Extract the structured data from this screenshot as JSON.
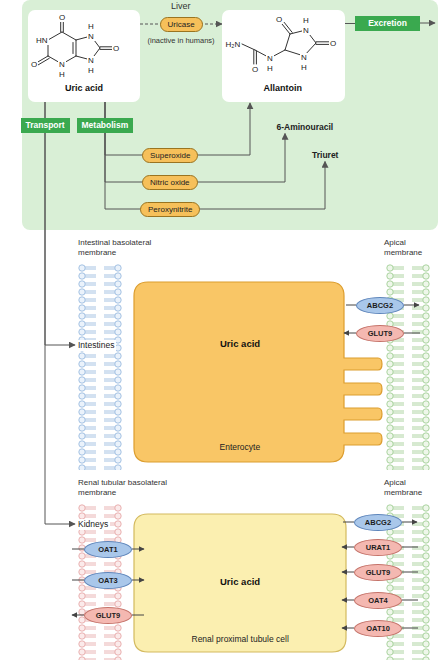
{
  "diagram": {
    "nodes": [
      {
        "text": [
          "Liver"
        ]
      },
      {
        "text": [
          "Uric acid"
        ],
        "in": 0
      },
      {
        "text": [
          "Uricase"
        ],
        "in": 0
      },
      {
        "text": [
          "Allantoin"
        ],
        "in": 0
      },
      {
        "text": [
          "Excretion"
        ],
        "in": 0
      },
      {
        "text": [
          "Transport"
        ],
        "in": 0
      },
      {
        "text": [
          "Metabolism"
        ],
        "in": 0
      },
      {
        "text": [
          "6-Aminouracil"
        ],
        "in": 0
      },
      {
        "text": [
          "Triuret"
        ],
        "in": 0
      },
      {
        "text": [
          "Superoxide"
        ],
        "in": 0
      },
      {
        "text": [
          "Nitric oxide"
        ],
        "in": 0
      },
      {
        "text": [
          "Peroxynitrite"
        ],
        "in": 0
      },
      {
        "text": [
          "Intestines"
        ]
      },
      {
        "text": [
          "Uric acid",
          "Enterocyte"
        ]
      },
      {
        "text": [
          "ABCG2"
        ]
      },
      {
        "text": [
          "GLUT9"
        ]
      },
      {
        "text": [
          "Kidneys"
        ]
      },
      {
        "text": [
          "Uric acid",
          "Renal proximal tubule cell"
        ]
      },
      {
        "text": [
          "OAT1"
        ]
      },
      {
        "text": [
          "OAT3"
        ]
      },
      {
        "text": [
          "GLUT9"
        ]
      },
      {
        "text": [
          "ABCG2"
        ]
      },
      {
        "text": [
          "URAT1"
        ]
      },
      {
        "text": [
          "GLUT9"
        ]
      },
      {
        "text": [
          "OAT4"
        ]
      },
      {
        "text": [
          "OAT10"
        ]
      }
    ],
    "edges": [
      {
        "from": 1,
        "to": 3,
        "arrow": "to"
      },
      {
        "from": 3,
        "to": 4,
        "arrow": "none"
      },
      {
        "from": 1,
        "to": 3,
        "arrow": "to"
      },
      {
        "from": 1,
        "to": 7,
        "arrow": "to"
      },
      {
        "from": 1,
        "to": 8,
        "arrow": "to"
      },
      {
        "from": 1,
        "to": 12,
        "arrow": "to"
      },
      {
        "from": 1,
        "to": 16,
        "arrow": "to"
      }
    ],
    "labels": [
      "(inactive in humans)",
      "Intestinal basolateral membrane",
      "Apical membrane",
      "Renal tubular basolateral membrane",
      "Apical membrane",
      "O",
      "HN",
      "O",
      "N",
      "H",
      "N",
      "H",
      "O",
      "N",
      "H",
      "O",
      "N",
      "H",
      "O",
      "N",
      "H",
      "N",
      "H",
      "H₂N",
      "O"
    ]
  }
}
